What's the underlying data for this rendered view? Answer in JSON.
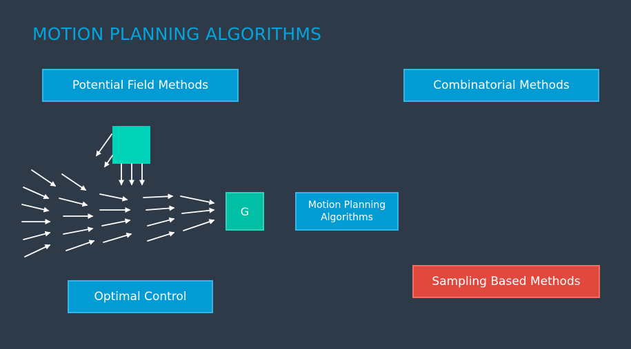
{
  "slide": {
    "title": "MOTION PLANNING ALGORITHMS",
    "center_label": "Motion Planning Algorithms",
    "categories": {
      "potential_field": "Potential Field Methods",
      "combinatorial": "Combinatorial Methods",
      "optimal_control": "Optimal Control",
      "sampling_based": "Sampling Based Methods"
    },
    "highlighted_category": "sampling_based"
  },
  "illustration": {
    "goal_label": "G"
  },
  "colors": {
    "background": "#2f3a48",
    "title": "#05a4dc",
    "box_blue": "#039bd3",
    "box_red": "#e1493f",
    "goal": "#00bfa5",
    "obstacle": "#00d4b8",
    "arrows": "#ffffff"
  }
}
